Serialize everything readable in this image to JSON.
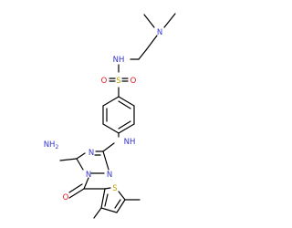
{
  "molecule": {
    "atom_labels": {
      "n_dimethyl": "N",
      "nh_sulfonamide": "NH",
      "s_sulfonyl": "S",
      "o_left": "O",
      "o_right": "O",
      "nh_aniline": "NH",
      "nh2": "NH",
      "nh2_sub": "2",
      "n_triazole_1": "N",
      "n_triazole_2": "N",
      "n_triazole_4": "N",
      "o_carbonyl": "O",
      "s_thiophene": "S"
    },
    "colors": {
      "bond": "#000000",
      "carbon": "#000000",
      "nitrogen": "#3333cc",
      "oxygen": "#e8161b",
      "sulfur": "#b8a400"
    }
  }
}
